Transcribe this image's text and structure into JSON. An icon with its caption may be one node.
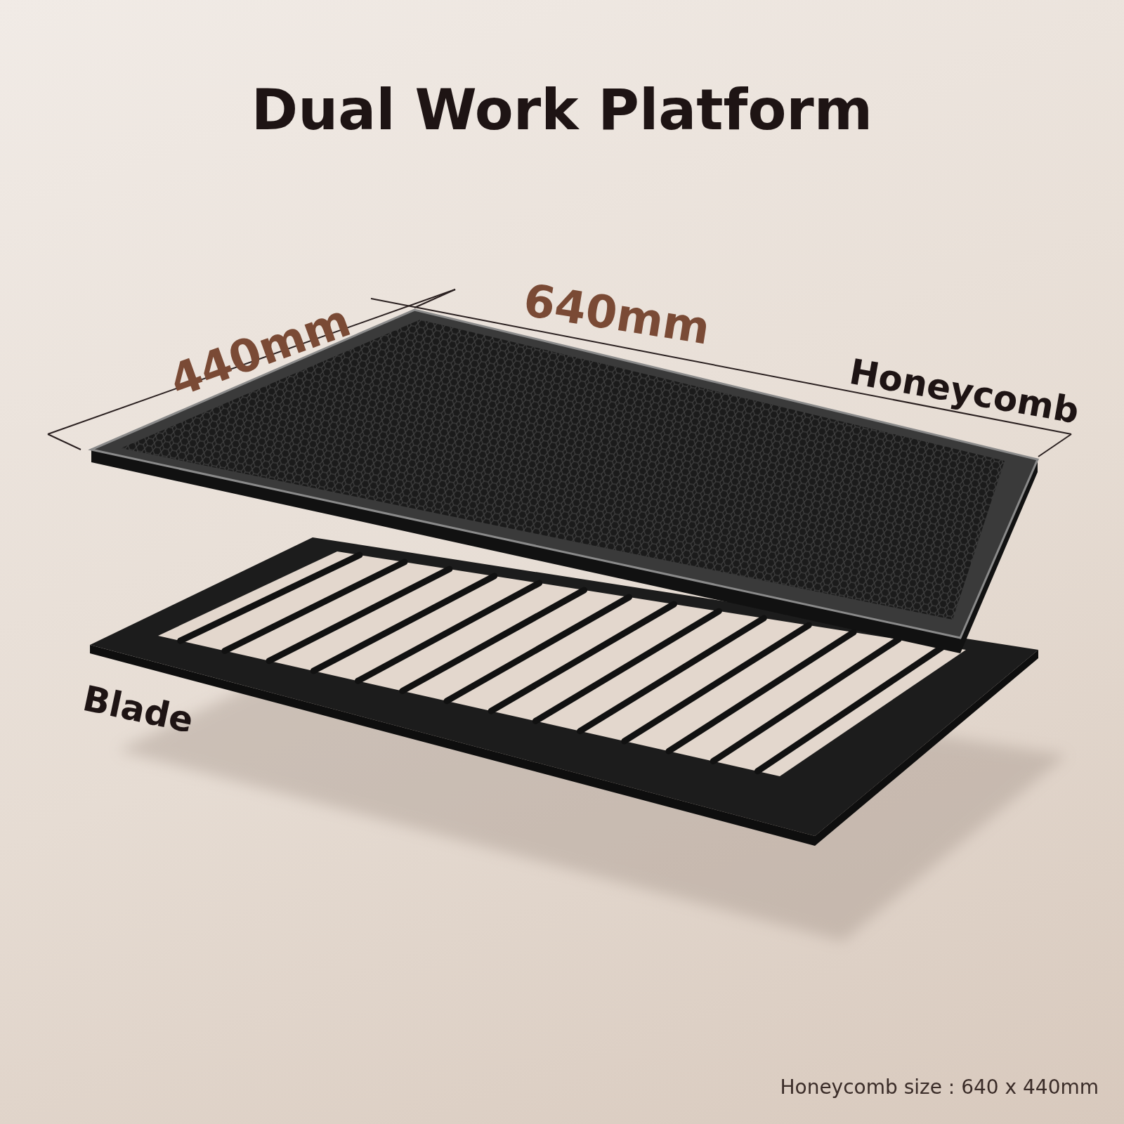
{
  "diagram": {
    "title": "Dual Work Platform",
    "labels": [
      "440mm",
      "640mm",
      "Honeycomb",
      "Blade",
      "Honeycomb size : 640 x 440mm"
    ]
  }
}
